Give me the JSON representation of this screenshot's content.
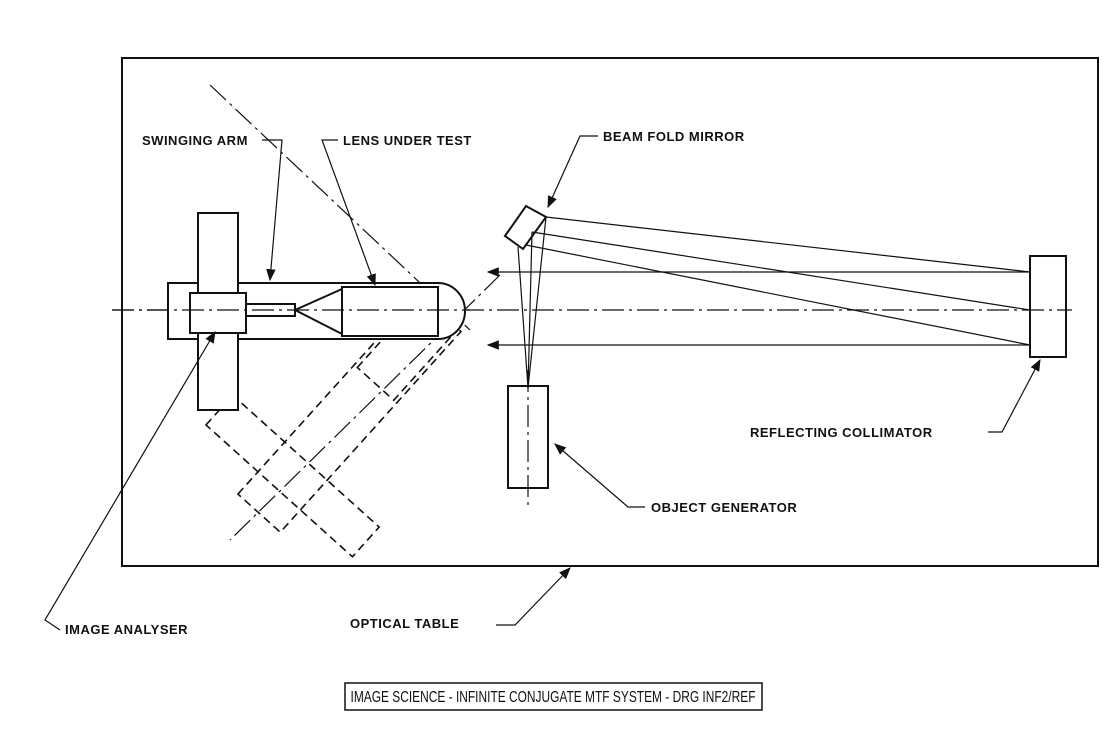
{
  "labels": {
    "swinging_arm": "SWINGING ARM",
    "lens_under_test": "LENS UNDER TEST",
    "beam_fold_mirror": "BEAM FOLD MIRROR",
    "reflecting_collimator": "REFLECTING COLLIMATOR",
    "object_generator": "OBJECT GENERATOR",
    "image_analyser": "IMAGE ANALYSER",
    "optical_table": "OPTICAL TABLE"
  },
  "title": "IMAGE SCIENCE - INFINITE CONJUGATE MTF SYSTEM - DRG INF2/REF"
}
